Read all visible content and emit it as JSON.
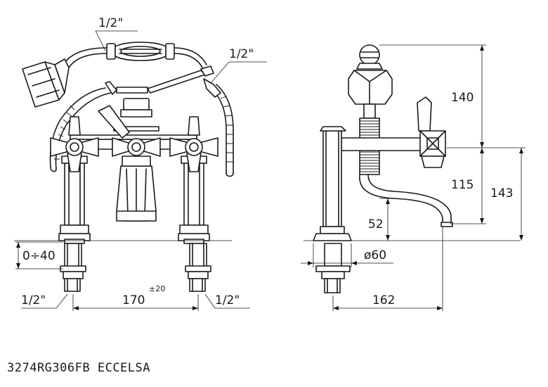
{
  "drawing": {
    "product_code": "3274RG306FB",
    "product_name": "ECCELSA",
    "thread_top_left": "1/2\"",
    "thread_top_right": "1/2\"",
    "thread_bottom_left": "1/2\"",
    "thread_bottom_right": "1/2\"",
    "adjust_range": "0÷40",
    "centers": "170",
    "centers_tolerance": "±20",
    "height_upper": "140",
    "height_middle": "115",
    "height_total": "143",
    "spout_height": "52",
    "base_diameter": "ø60",
    "projection": "162"
  }
}
